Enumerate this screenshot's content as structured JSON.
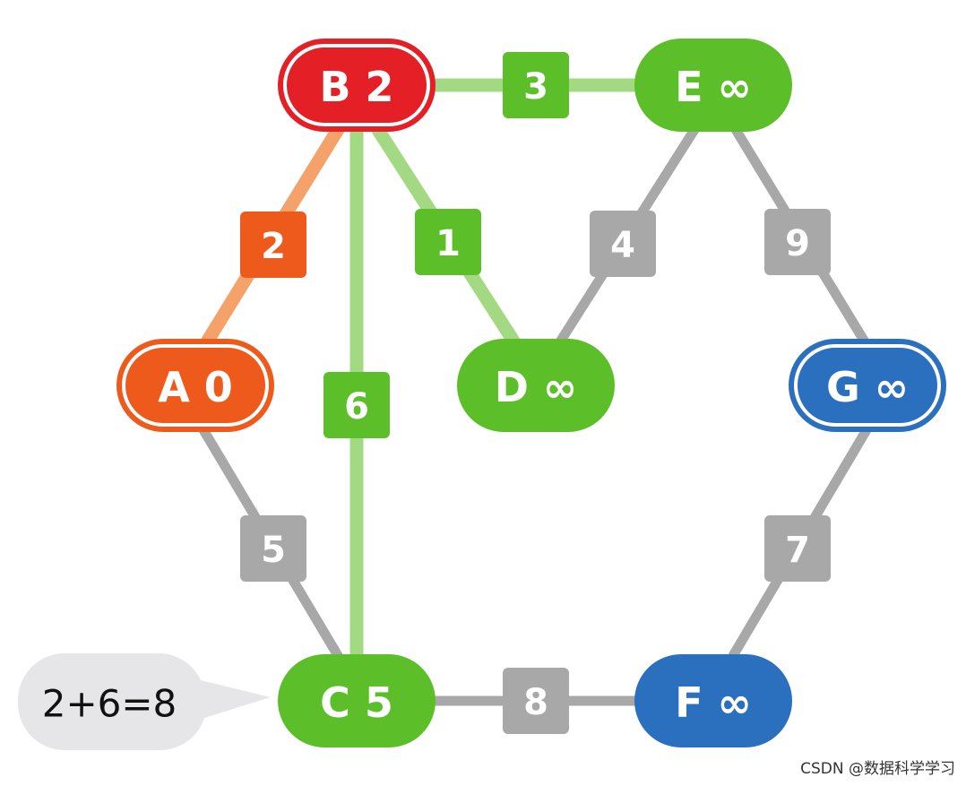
{
  "colors": {
    "red": "#e41f26",
    "orange": "#ee5a1c",
    "orange_light": "#f4a26a",
    "green": "#5cbf2a",
    "green_light": "#a3d983",
    "blue": "#2b6fbf",
    "gray": "#a8a8a8",
    "bubble_bg": "#e6e6e8"
  },
  "nodes": [
    {
      "id": "B",
      "label": "B 2",
      "style": "red",
      "double_border": true
    },
    {
      "id": "E",
      "label": "E ∞",
      "style": "green",
      "double_border": false
    },
    {
      "id": "A",
      "label": "A 0",
      "style": "orange",
      "double_border": true
    },
    {
      "id": "D",
      "label": "D ∞",
      "style": "green",
      "double_border": false
    },
    {
      "id": "G",
      "label": "G ∞",
      "style": "blue",
      "double_border": true
    },
    {
      "id": "C",
      "label": "C 5",
      "style": "green",
      "double_border": false
    },
    {
      "id": "F",
      "label": "F ∞",
      "style": "blue",
      "double_border": false
    }
  ],
  "edges": [
    {
      "from": "B",
      "to": "E",
      "weight": "3",
      "line": "green_light",
      "box": "green"
    },
    {
      "from": "B",
      "to": "A",
      "weight": "2",
      "line": "orange_light",
      "box": "orange"
    },
    {
      "from": "B",
      "to": "C",
      "weight": "6",
      "line": "green_light",
      "box": "green"
    },
    {
      "from": "B",
      "to": "D",
      "weight": "1",
      "line": "green_light",
      "box": "green"
    },
    {
      "from": "E",
      "to": "D",
      "weight": "4",
      "line": "gray",
      "box": "gray"
    },
    {
      "from": "E",
      "to": "G",
      "weight": "9",
      "line": "gray",
      "box": "gray"
    },
    {
      "from": "A",
      "to": "C",
      "weight": "5",
      "line": "gray",
      "box": "gray"
    },
    {
      "from": "G",
      "to": "F",
      "weight": "7",
      "line": "gray",
      "box": "gray"
    },
    {
      "from": "C",
      "to": "F",
      "weight": "8",
      "line": "gray",
      "box": "gray"
    }
  ],
  "callout": {
    "text": "2+6=8",
    "target": "C"
  },
  "watermark": "CSDN @数据科学学习"
}
